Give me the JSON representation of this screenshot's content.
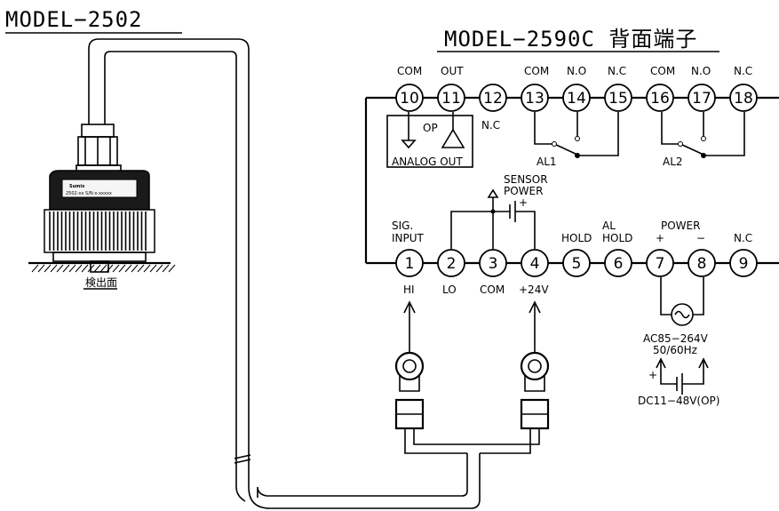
{
  "sensor": {
    "model": "MODEL−2502",
    "surface_label": "検出面",
    "brand": "Sumix",
    "plate_text": "2502-xx  S/N:x-xxxxx"
  },
  "controller": {
    "model": "MODEL−2590C 背面端子",
    "top_terminals": [
      "10",
      "11",
      "12",
      "13",
      "14",
      "15",
      "16",
      "17",
      "18"
    ],
    "bottom_terminals": [
      "1",
      "2",
      "3",
      "4",
      "5",
      "6",
      "7",
      "8",
      "9"
    ],
    "top_labels": {
      "t10": "COM",
      "t11": "OUT",
      "t12": "N.C",
      "t13": "COM",
      "t14": "N.O",
      "t15": "N.C",
      "t16": "COM",
      "t17": "N.O",
      "t18": "N.C"
    },
    "analog": {
      "op": "OP",
      "box": "ANALOG OUT"
    },
    "relays": [
      "AL1",
      "AL2"
    ],
    "sensor_power": [
      "SENSOR",
      "POWER"
    ],
    "bottom_labels_above": {
      "sig1": "SIG.",
      "sig2": "INPUT",
      "hold": "HOLD",
      "alhold1": "AL",
      "alhold2": "HOLD",
      "power": "POWER",
      "plus": "+",
      "minus": "−",
      "nc": "N.C"
    },
    "bottom_labels_below": {
      "hi": "HI",
      "lo": "LO",
      "com": "COM",
      "v24": "+24V"
    },
    "supply": {
      "ac": "AC85−264V",
      "hz": "50/60Hz",
      "plus": "+",
      "dc": "DC11−48V(OP)",
      "battery_plus": "+"
    }
  },
  "colors": {
    "line": "#000000",
    "background": "#ffffff"
  }
}
